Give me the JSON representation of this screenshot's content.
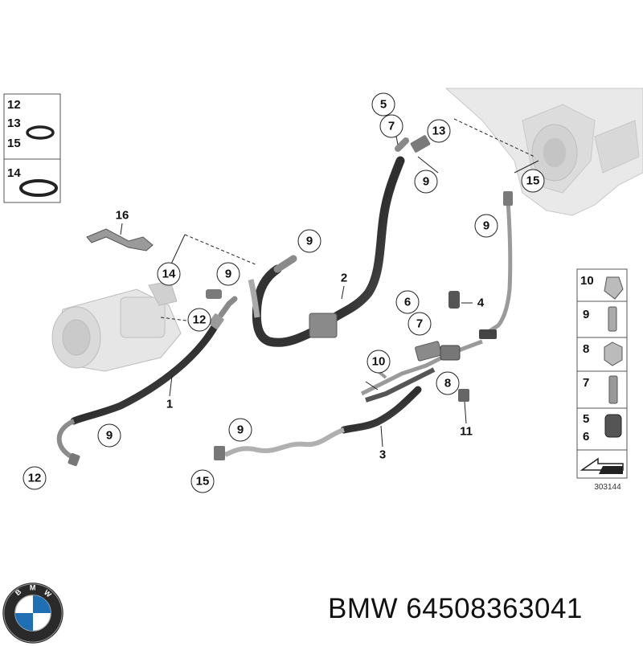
{
  "callouts": {
    "c5": "5",
    "c7_top": "7",
    "c13": "13",
    "c9_top": "9",
    "c15_right": "15",
    "c9_right": "9",
    "c16": "16",
    "c9_mid": "9",
    "c14": "14",
    "c9_left": "9",
    "c2": "2",
    "c12_mid": "12",
    "c6": "6",
    "c4": "4",
    "c7_mid": "7",
    "c10": "10",
    "c8": "8",
    "c1": "1",
    "c9_low": "9",
    "c12_low": "12",
    "c9_bottom": "9",
    "c15_bottom": "15",
    "c3": "3",
    "c11": "11"
  },
  "legend_left": {
    "top_lines": [
      "12",
      "13",
      "15"
    ],
    "bottom_line": "14"
  },
  "legend_right": {
    "rows": [
      "10",
      "9",
      "8",
      "7",
      "5\n6"
    ],
    "r1": "10",
    "r2": "9",
    "r3": "8",
    "r4": "7",
    "r5a": "5",
    "r5b": "6"
  },
  "reference_number": "303144",
  "footer": {
    "text": "BMW 64508363041"
  },
  "colors": {
    "line": "#2b2b2b",
    "hose": "#3a3a3a",
    "pipe": "#9a9a9a",
    "bg": "#ffffff"
  },
  "icons": [
    "bmw-logo",
    "arrow-icon"
  ]
}
